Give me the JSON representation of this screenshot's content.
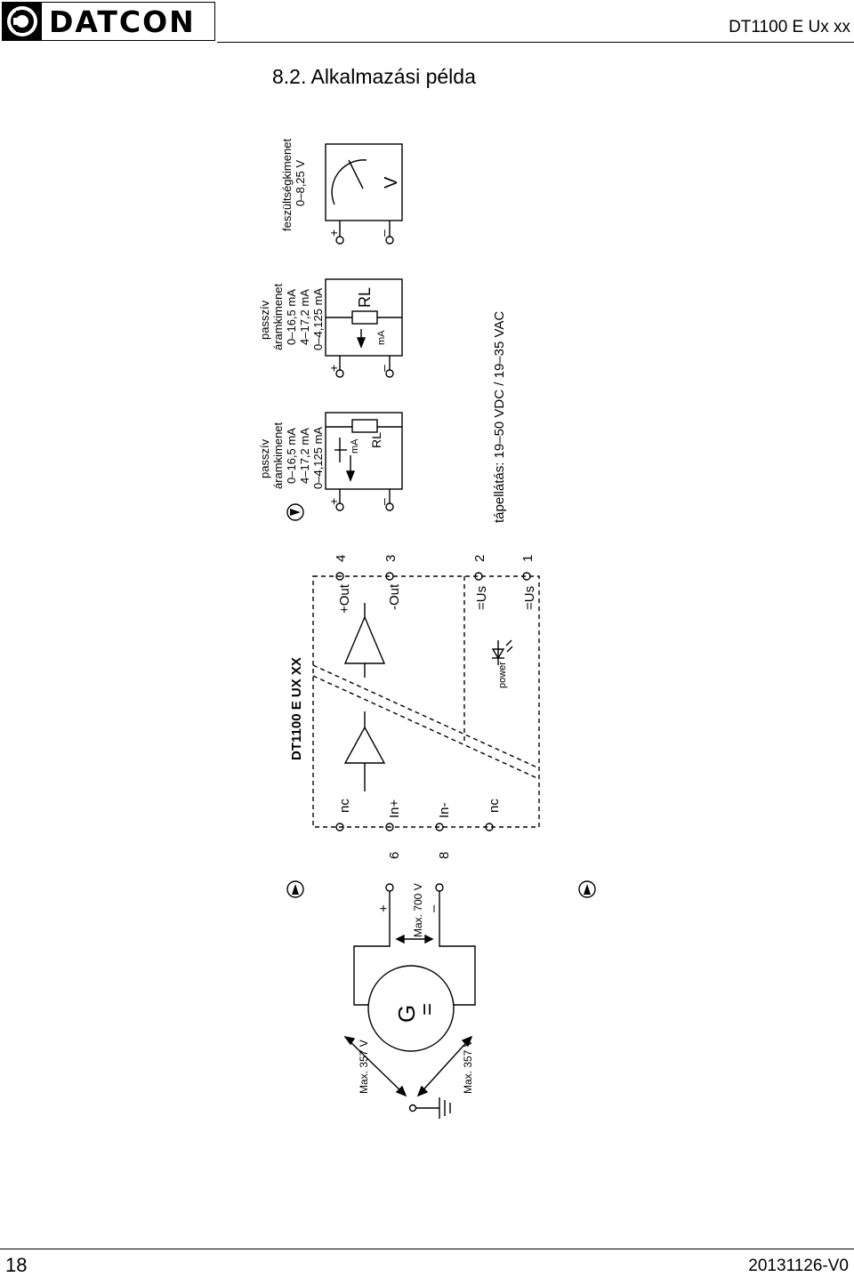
{
  "header": {
    "logo_text": "DATCON",
    "doc_id": "DT1100 E Ux xx"
  },
  "section": {
    "title": "8.2. Alkalmazási példa"
  },
  "diagram": {
    "device_name": "DT1100 E UX XX",
    "terminals": {
      "nc_top": "nc",
      "in_plus": "In+",
      "in_minus": "In-",
      "nc_bottom": "nc",
      "out_plus": "+Out",
      "out_minus": "-Out",
      "us_2": "=Us",
      "us_1": "=Us"
    },
    "terminal_numbers": {
      "t6": "6",
      "t8": "8",
      "t4": "4",
      "t3": "3",
      "t2": "2",
      "t1": "1"
    },
    "power_label": "power",
    "supply_label": "tápellátás: 19–50 VDC / 19–35 VAC",
    "source": {
      "symbol": "G",
      "dc_mark": "=",
      "max_in": "Max. 700 V",
      "max_ground_1": "Max. 357 V",
      "max_ground_2": "Max. 357 V",
      "plus": "+",
      "minus": "–"
    },
    "outputs": {
      "active_current": {
        "title": "passzív",
        "subtitle": "áramkimenet",
        "ranges": [
          "0–16,5 mA",
          "4–17,2 mA",
          "0–4,125 mA"
        ],
        "plus": "+",
        "minus": "–",
        "meter_label": "mA",
        "load_label": "RL"
      },
      "passive_current": {
        "title": "passzív",
        "subtitle": "áramkimenet",
        "ranges": [
          "0–16,5 mA",
          "4–17,2 mA",
          "0–4,125 mA"
        ],
        "plus": "+",
        "minus": "–",
        "meter_label": "mA",
        "load_label": "RL"
      },
      "voltage": {
        "title": "feszültségkimenet",
        "range": "0–8,25 V",
        "plus": "+",
        "minus": "–",
        "meter_label": "V"
      }
    }
  },
  "footer": {
    "page_number": "18",
    "version": "20131126-V0"
  }
}
